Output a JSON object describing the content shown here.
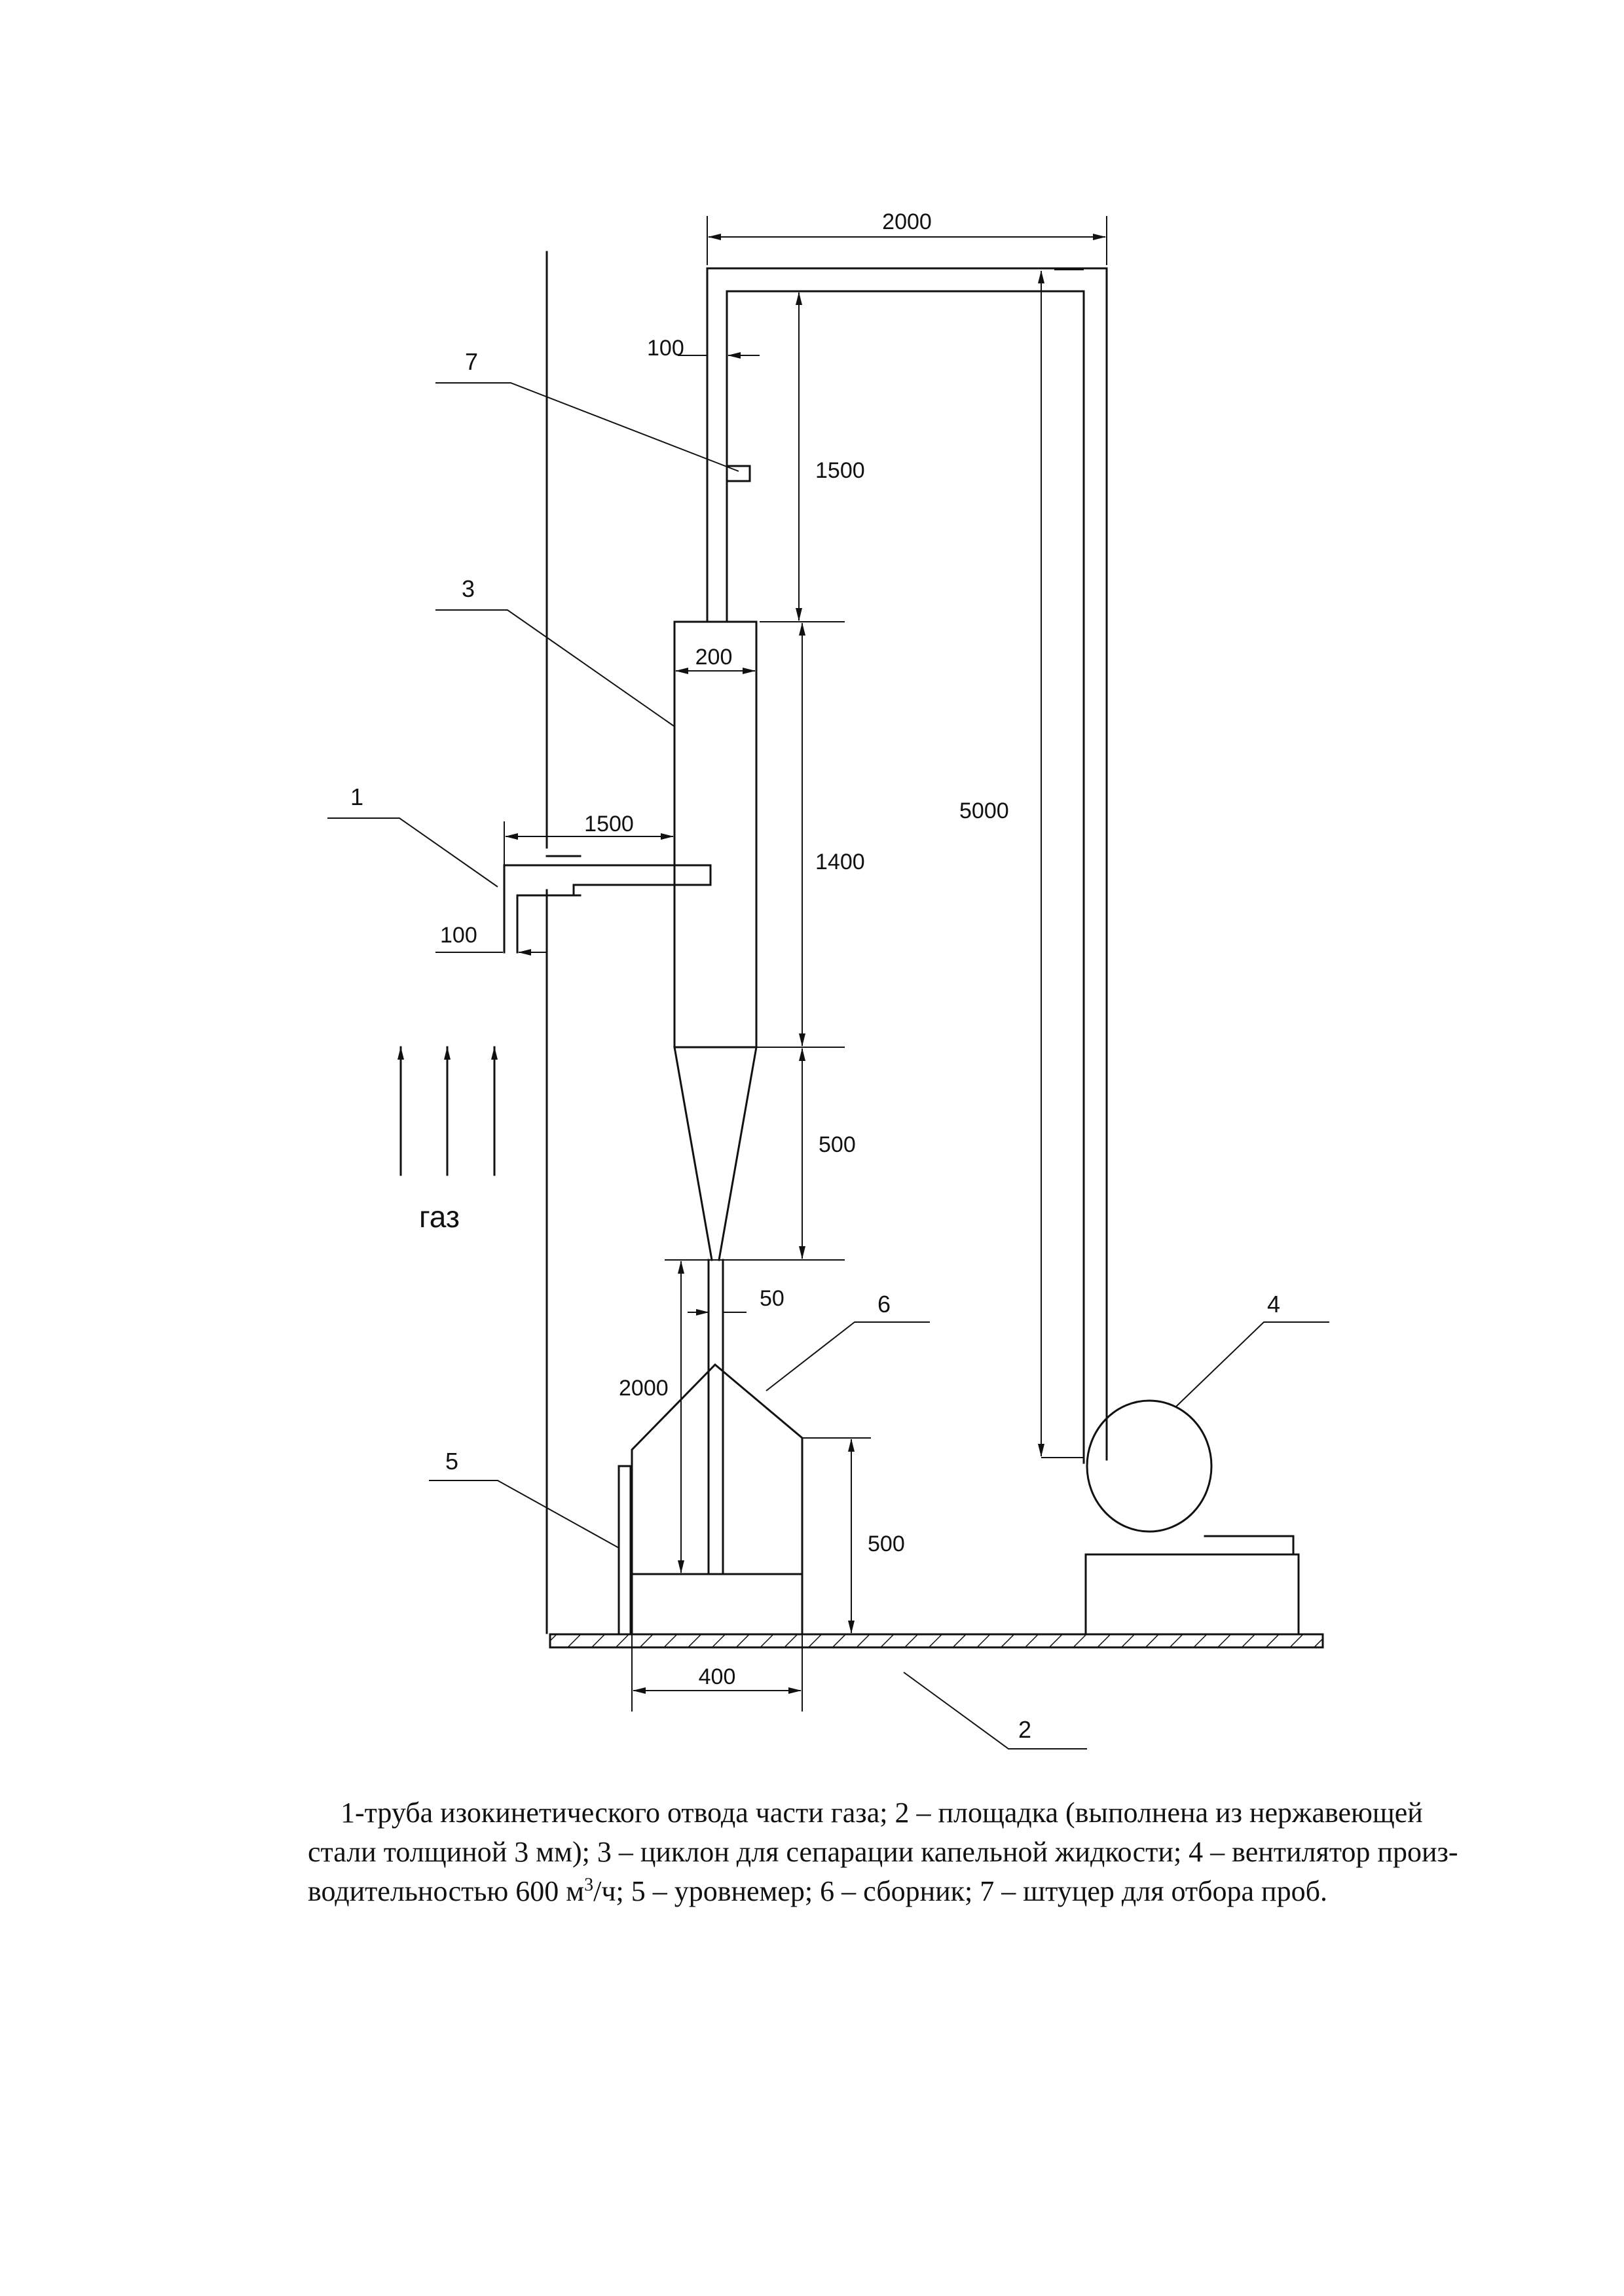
{
  "diagram": {
    "dimensions": {
      "top_width": "2000",
      "pipe_gap": "100",
      "upper_pipe_height": "1500",
      "cyclone_width": "200",
      "fan_pipe_height": "5000",
      "probe_length": "1500",
      "probe_gap": "100",
      "cyclone_body_height": "1400",
      "cone_height": "500",
      "drain_width": "50",
      "drain_height": "2000",
      "collector_height": "500",
      "collector_width": "400"
    },
    "callouts": {
      "c1": "1",
      "c2": "2",
      "c3": "3",
      "c4": "4",
      "c5": "5",
      "c6": "6",
      "c7": "7"
    },
    "flow_label": "газ"
  },
  "caption": {
    "line1": "1-труба изокинетического отвода части газа; 2 – площадка (выполнена из нержавеющей",
    "line2": "стали толщиной 3 мм); 3 – циклон для сепарации капельной жидкости; 4 – вентилятор произ-",
    "line3a": "водительностью 600 м",
    "line3sup": "3",
    "line3b": "/ч; 5 – уровнемер; 6 – сборник; 7 – штуцер для отбора проб."
  }
}
